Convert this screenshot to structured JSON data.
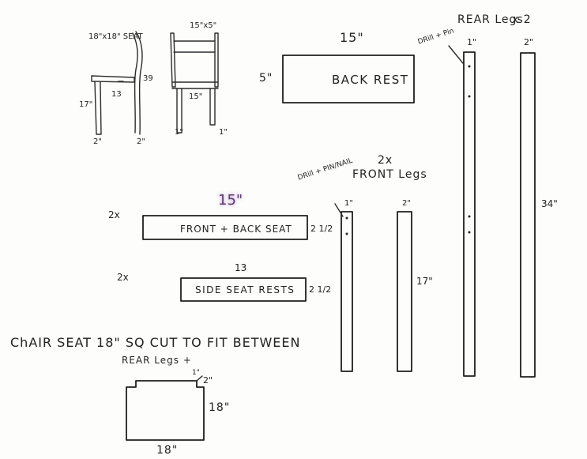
{
  "chair_side": {
    "seat_label": "18\"x18\" SEAT",
    "height": "39",
    "seat_depth": "13",
    "leg_height": "17\"",
    "front_leg_width": "2\"",
    "rear_leg_width": "2\""
  },
  "chair_front": {
    "back_rest": "15\"x5\"",
    "seat_width": "15\"",
    "left_leg_width": "1\"",
    "right_leg_width": "1\""
  },
  "back_rest": {
    "length": "15\"",
    "height": "5\"",
    "label": "BACK REST"
  },
  "rear_legs": {
    "title": "REAR Legs",
    "count": "x 2",
    "note": "DRill + Pin",
    "depth": "1\"",
    "width": "2\"",
    "length": "34\""
  },
  "front_legs": {
    "count": "2x",
    "title": "FRONT Legs",
    "note": "DRill + PIN/NAIL",
    "depth": "1\"",
    "width": "2\"",
    "length": "17\""
  },
  "front_back_seat": {
    "length": "15\"",
    "count": "2x",
    "label": "FRONT + BACK SEAT",
    "width": "2 1/2"
  },
  "side_seat": {
    "length": "13",
    "count": "2x",
    "label": "SIDE SEAT RESTS",
    "width": "2 1/2"
  },
  "chair_seat": {
    "note_line1": "ChAIR SEAT  18\" SQ CUT TO FIT BETWEEN",
    "note_line2": "REAR Legs +",
    "notch_depth": "1\"",
    "notch_width": "2\"",
    "side": "18\"",
    "bottom": "18\""
  }
}
